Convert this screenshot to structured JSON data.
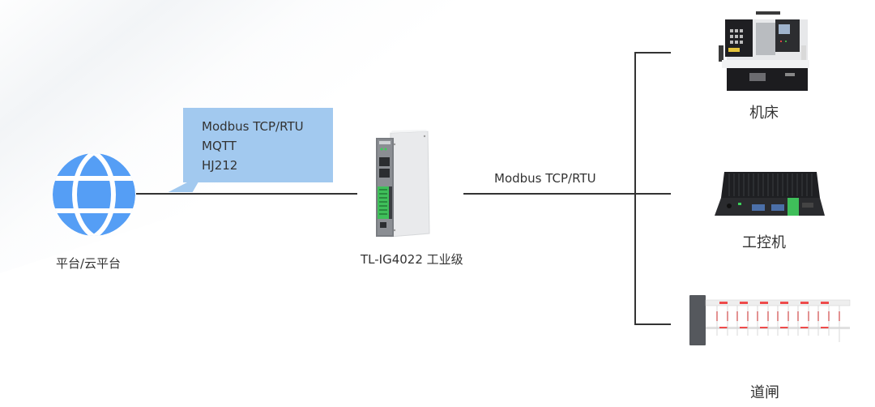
{
  "platform": {
    "label": "平台/云平台",
    "icon": "globe-icon",
    "color": "#559ef5"
  },
  "uplink": {
    "protocols": [
      "Modbus TCP/RTU",
      "MQTT",
      "HJ212"
    ],
    "bubble_color": "#a2c9ef"
  },
  "gateway": {
    "label": "TL-IG4022 工业级"
  },
  "downlink": {
    "protocol": "Modbus TCP/RTU"
  },
  "endpoints": [
    {
      "label": "机床",
      "icon": "cnc-lathe-icon"
    },
    {
      "label": "工控机",
      "icon": "industrial-pc-icon"
    },
    {
      "label": "道闸",
      "icon": "barrier-gate-icon"
    }
  ]
}
